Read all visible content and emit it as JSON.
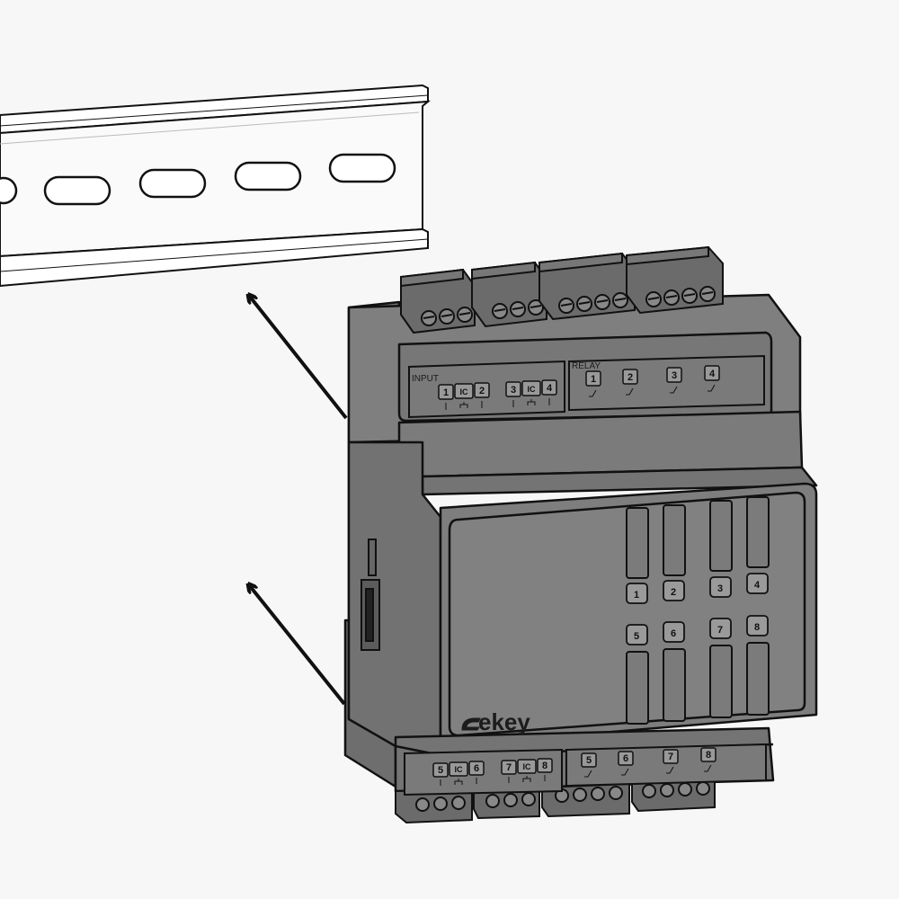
{
  "labels": {
    "input": "INPUT",
    "relay": "RELAY",
    "brand": "ekey",
    "ic": "IC"
  },
  "top_inputs": [
    "1",
    "2",
    "3",
    "4"
  ],
  "bottom_inputs": [
    "5",
    "6",
    "7",
    "8"
  ],
  "top_relays": [
    "1",
    "2",
    "3",
    "4"
  ],
  "bottom_relays": [
    "5",
    "6",
    "7",
    "8"
  ],
  "front_leds_top": [
    "1",
    "2",
    "3",
    "4"
  ],
  "front_leds_bottom": [
    "5",
    "6",
    "7",
    "8"
  ],
  "colors": {
    "background": "#f7f7f7",
    "housing": "#7d7d7d",
    "housing_dark": "#6b6b6b",
    "outline": "#111111",
    "rail": "#ffffff"
  }
}
